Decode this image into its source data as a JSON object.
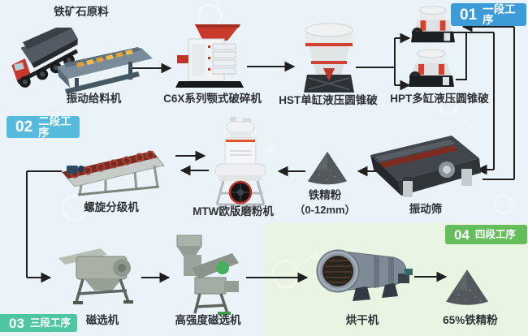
{
  "diagram": {
    "background_color": "#eaf3f8",
    "background_accent_green": "#e9f4e3",
    "arrow_color": "#1f1f1f",
    "label_color": "#2e3236"
  },
  "stages": [
    {
      "num": "01",
      "label": "一段工序",
      "color": "#3d9bd7"
    },
    {
      "num": "02",
      "label": "二段工序",
      "color": "#55badb"
    },
    {
      "num": "03",
      "label": "三段工序",
      "color": "#4fc6a2"
    },
    {
      "num": "04",
      "label": "四段工序",
      "color": "#65bd5b"
    }
  ],
  "nodes": {
    "raw_material": "铁矿石原料",
    "vibrating_feeder": "振动给料机",
    "jaw_crusher": "C6X系列颚式破碎机",
    "hst_cone_crusher": "HST单缸液压圆锥破",
    "hpt_cone_crusher": "HPT多缸液压圆锥破",
    "spiral_classifier": "螺旋分级机",
    "mtw_mill": "MTW欧版磨粉机",
    "iron_fines": "铁精粉",
    "iron_fines_size": "（0-12mm）",
    "vibrating_screen": "振动筛",
    "magnetic_separator": "磁选机",
    "high_intensity_magnetic_separator": "高强度磁选机",
    "dryer": "烘干机",
    "final_product": "65%铁精粉"
  }
}
